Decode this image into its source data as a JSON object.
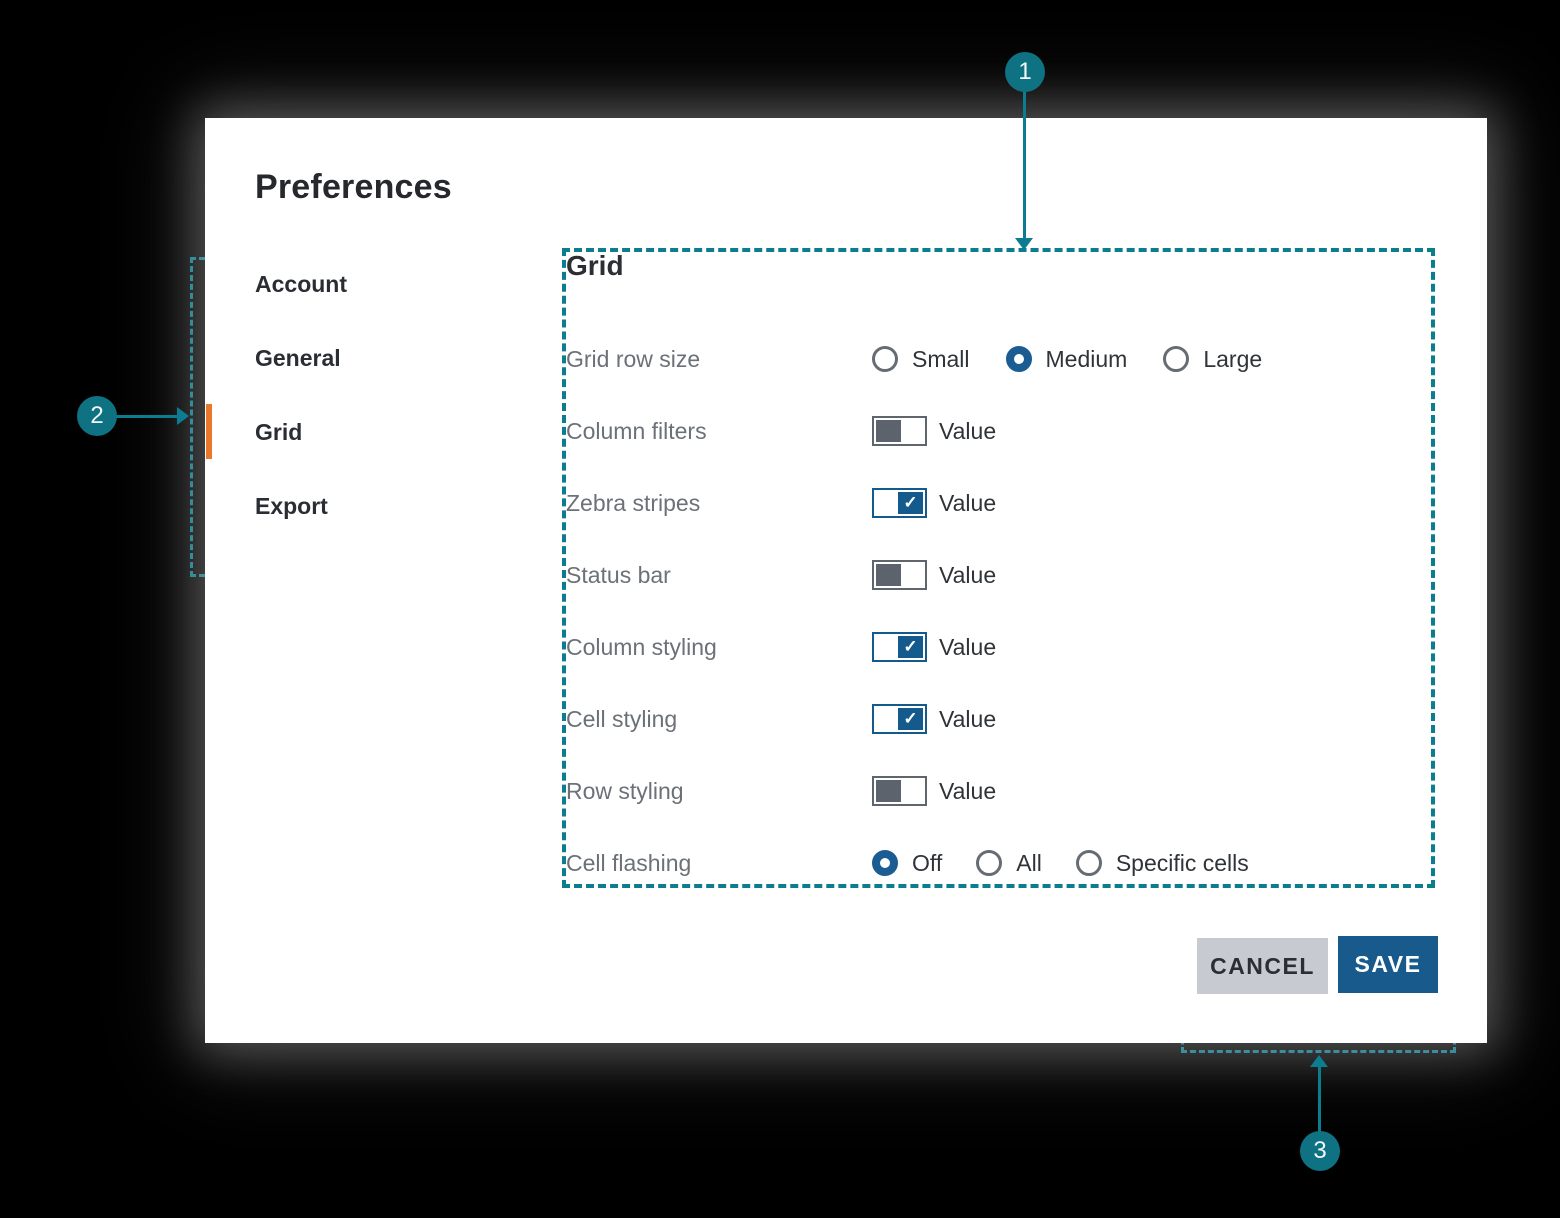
{
  "dialog": {
    "title": "Preferences",
    "sidebar": {
      "items": [
        {
          "label": "Account",
          "active": false
        },
        {
          "label": "General",
          "active": false
        },
        {
          "label": "Grid",
          "active": true
        },
        {
          "label": "Export",
          "active": false
        }
      ]
    },
    "panel": {
      "heading": "Grid",
      "rows": [
        {
          "label": "Grid row size",
          "type": "radio-group",
          "options": [
            {
              "label": "Small",
              "selected": false
            },
            {
              "label": "Medium",
              "selected": true
            },
            {
              "label": "Large",
              "selected": false
            }
          ]
        },
        {
          "label": "Column filters",
          "type": "toggle",
          "checked": false,
          "value_label": "Value"
        },
        {
          "label": "Zebra stripes",
          "type": "toggle",
          "checked": true,
          "value_label": "Value"
        },
        {
          "label": "Status bar",
          "type": "toggle",
          "checked": false,
          "value_label": "Value"
        },
        {
          "label": "Column styling",
          "type": "toggle",
          "checked": true,
          "value_label": "Value"
        },
        {
          "label": "Cell styling",
          "type": "toggle",
          "checked": true,
          "value_label": "Value"
        },
        {
          "label": "Row styling",
          "type": "toggle",
          "checked": false,
          "value_label": "Value"
        },
        {
          "label": "Cell flashing",
          "type": "radio-group",
          "options": [
            {
              "label": "Off",
              "selected": true
            },
            {
              "label": "All",
              "selected": false
            },
            {
              "label": "Specific cells",
              "selected": false
            }
          ]
        }
      ]
    },
    "actions": {
      "cancel_label": "CANCEL",
      "save_label": "SAVE"
    }
  },
  "annotations": {
    "callout1": "1",
    "callout2": "2",
    "callout3": "3"
  },
  "glyphs": {
    "check": "✓"
  },
  "colors": {
    "accent_blue": "#185a8c",
    "annotation_teal": "#0c7d91",
    "active_indicator_orange": "#e8792c",
    "label_gray": "#6b7177",
    "cancel_gray": "#c7cbd1"
  }
}
